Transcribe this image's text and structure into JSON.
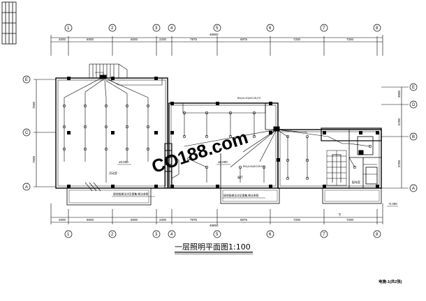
{
  "drawing": {
    "title": "一层照明平面图1:100",
    "sheet_label": "电施-1(共2张)",
    "watermark": "CO188.com"
  },
  "axes": {
    "columns": [
      "1",
      "2",
      "3",
      "4",
      "5",
      "6",
      "7",
      "8"
    ],
    "rows": [
      "E",
      "D",
      "C",
      "B",
      "A"
    ],
    "top_dims": [
      "2000",
      "6000",
      "6000",
      "2200",
      "7975",
      "6975",
      "7200",
      "7200"
    ],
    "top_total": "46850",
    "bottom_dims": [
      "2000",
      "6000",
      "6000",
      "2200",
      "7975",
      "6975",
      "7200",
      "7200"
    ],
    "bottom_total": "46850",
    "left_dims": [
      "7500",
      "7500"
    ],
    "right_dims": [
      "3000",
      "5700",
      "5700"
    ]
  },
  "labels": {
    "level_left": "±0.000",
    "level_mid": "±0.000",
    "level_right": "-0.450",
    "cable_label_top": "BV(4×10)SC25-FC",
    "cable_label_mid": "BV(4×6)SC25-FC",
    "room_left": "活动室",
    "room_mid": "展厅",
    "room_right": "配电室",
    "note_left": "接地极做法详见图集,做法参照",
    "note_mid": "接地极做法详见图集,做法参照",
    "stair_note": "下"
  },
  "colors": {
    "line": "#000000",
    "watermark": "#d8d8d8",
    "background": "#ffffff"
  }
}
